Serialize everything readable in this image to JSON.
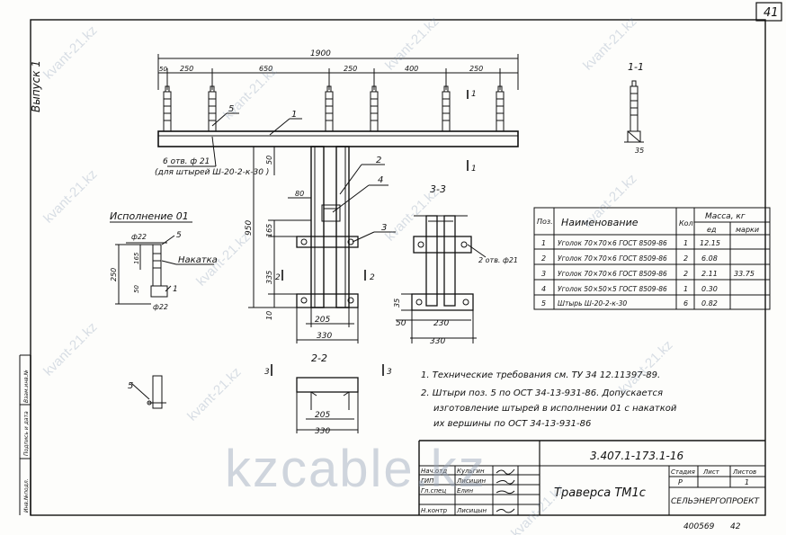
{
  "sheet": {
    "page_number": "41",
    "release_label": "Выпуск 1",
    "left_strip_labels": [
      "Инв.№подл.",
      "Подпись и дата",
      "Взам.инв.№"
    ]
  },
  "dims": {
    "overall": "1900",
    "segments": [
      "50",
      "250",
      "650",
      "250",
      "400",
      "250"
    ],
    "holes": "6 отв. ф 21",
    "holes_note": "(для штырей Ш-20-2-к-30 )",
    "v950": "950",
    "v80": "80",
    "v50": "50",
    "v165": "165",
    "v335": "335",
    "v10": "10",
    "h205": "205",
    "h330": "330",
    "s3_230": "230",
    "s3_330": "330",
    "s3_50": "50",
    "s3_35": "35",
    "s3_holes": "2 отв. ф21",
    "s11_35": "35",
    "s22_205": "205",
    "s22_330": "330"
  },
  "labels": {
    "callout_1": "1",
    "callout_2": "2",
    "callout_3": "3",
    "callout_4": "4",
    "callout_5": "5",
    "section_11": "1-1",
    "section_22": "2-2",
    "section_33": "3-3",
    "mark_1": "1",
    "mark_2": "2",
    "mark_3": "3",
    "exec_title": "Исполнение 01",
    "exec_d22_top": "ф22",
    "exec_d22_bot": "ф22",
    "exec_250": "250",
    "exec_165": "165",
    "exec_50": "50",
    "exec_5": "5",
    "exec_1": "1",
    "exec_nakatka": "Накатка",
    "detail_5": "5"
  },
  "spec_table": {
    "headers": {
      "pos": "Поз.",
      "name": "Наименование",
      "qty": "Кол",
      "mass": "Масса, кг",
      "unit": "ед",
      "total": "марки"
    },
    "rows": [
      {
        "pos": "1",
        "name": "Уголок 70×70×6 ГОСТ 8509-86",
        "qty": "1",
        "unit": "12.15"
      },
      {
        "pos": "2",
        "name": "Уголок 70×70×6 ГОСТ 8509-86",
        "qty": "2",
        "unit": "6.08"
      },
      {
        "pos": "3",
        "name": "Уголок 70×70×6 ГОСТ 8509-86",
        "qty": "2",
        "unit": "2.11"
      },
      {
        "pos": "4",
        "name": "Уголок 50×50×5 ГОСТ 8509-86",
        "qty": "1",
        "unit": "0.30"
      },
      {
        "pos": "5",
        "name": "Штырь Ш-20-2-к-30",
        "qty": "6",
        "unit": "0.82"
      }
    ],
    "total_mass": "33.75"
  },
  "notes": [
    "1. Технические требования см. ТУ 34 12.11397-89.",
    "2. Штыри поз. 5 по ОСТ 34-13-931-86. Допускается",
    "изготовление штырей в исполнении 01 с накаткой",
    "их вершины по ОСТ 34-13-931-86"
  ],
  "title_block": {
    "doc_code": "3.407.1-173.1-16",
    "signers": [
      {
        "role": "Нач.отд",
        "name": "Кульгин"
      },
      {
        "role": "ГИП",
        "name": "Лисицин"
      },
      {
        "role": "Гл.спец",
        "name": "Елин"
      },
      {
        "role": "Н.контр",
        "name": "Лисицын"
      }
    ],
    "title": "Траверса ТМ1с",
    "stage_label": "Стадия",
    "sheet_label": "Лист",
    "sheets_label": "Листов",
    "stage": "Р",
    "sheets": "1",
    "org": "СЕЛЬЭНЕРГОПРОЕКТ",
    "archive_no": "400569",
    "archive_sheet": "42"
  },
  "watermarks": {
    "small": "kvant-21.kz",
    "big": "kzcable.kz"
  }
}
